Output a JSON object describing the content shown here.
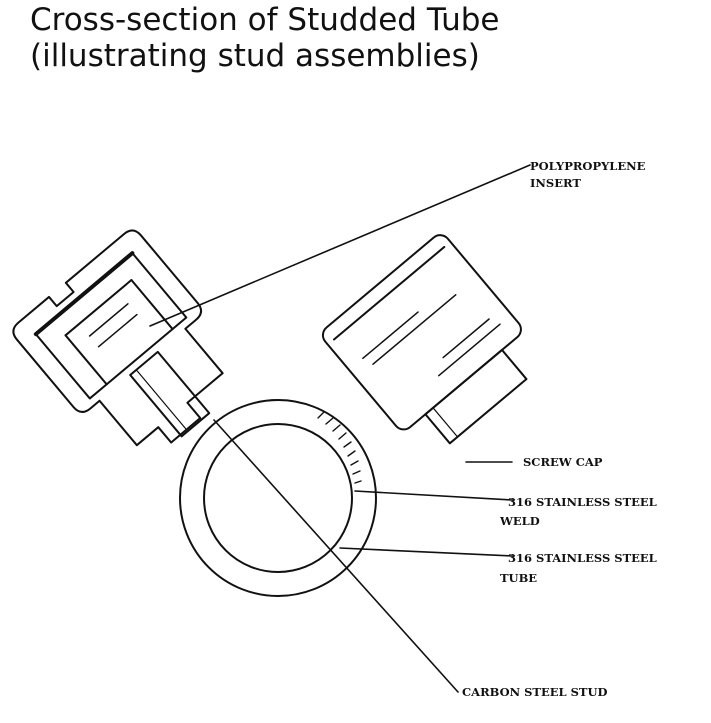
{
  "title": {
    "line1": "Cross-section of Studded Tube",
    "line2": "(illustrating stud assemblies)"
  },
  "labels": {
    "polypropylene_line1": "POLYPROPYLENE",
    "polypropylene_line2": "INSERT",
    "screw_cap": "SCREW CAP",
    "weld_line1": "316 STAINLESS STEEL",
    "weld_line2": "WELD",
    "tube_line1": "316 STAINLESS STEEL",
    "tube_line2": "TUBE",
    "carbon_stud": "CARBON STEEL STUD"
  }
}
